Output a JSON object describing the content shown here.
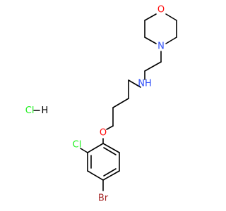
{
  "molecule": {
    "atoms": {
      "oxygen_morpholine": "O",
      "nitrogen_morpholine": "N",
      "amine": "NH",
      "oxygen_ether": "O",
      "chlorine": "Cl",
      "bromine": "Br",
      "salt": "Cl–H"
    },
    "colors": {
      "bond": "#000000",
      "oxygen": "#ff0d0d",
      "nitrogen": "#3050f8",
      "chlorine": "#1ff01f",
      "bromine": "#a62929"
    }
  }
}
